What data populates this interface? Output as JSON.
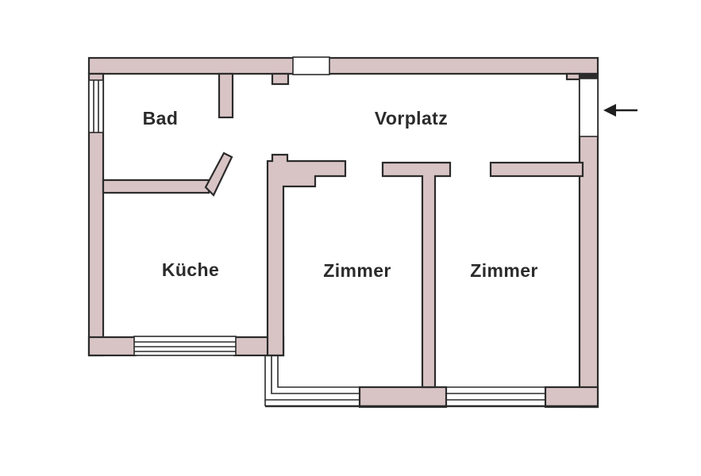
{
  "colors": {
    "background": "#ffffff",
    "wall_fill": "#d9c4c5",
    "wall_outline": "#2b2b2b",
    "label_text": "#2b2b2b",
    "arrow": "#1f1f1f"
  },
  "rooms": {
    "bad": {
      "label": "Bad"
    },
    "vorplatz": {
      "label": "Vorplatz"
    },
    "kueche": {
      "label": "Küche"
    },
    "zimmer_left": {
      "label": "Zimmer"
    },
    "zimmer_right": {
      "label": "Zimmer"
    }
  },
  "icons": {
    "entrance_arrow": "left-arrow"
  }
}
